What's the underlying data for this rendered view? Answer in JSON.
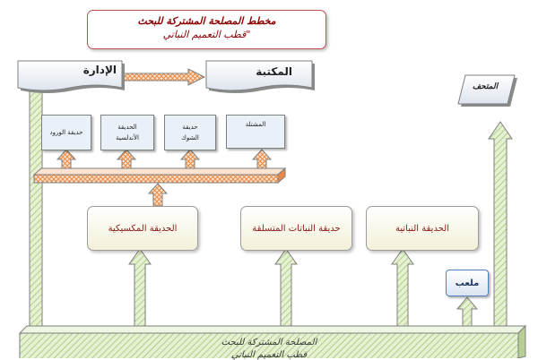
{
  "title": {
    "line1": "مخطط المصلحة المشتركة للبحث",
    "line2": "\"قطب التعميم النباتي"
  },
  "nodes": {
    "administration": "الإدارة",
    "library": "المكتبة",
    "museum": "المتحف",
    "rose_garden": "حديقة الورود",
    "andalusian_garden": "الحديقة الأندلسية",
    "thorny_garden": "حديقة الشوك",
    "nursery": "المشتلة",
    "mexican_garden": "الحديقة المكسيكية",
    "climbing_plants_garden": "حديقة النباتات المتسلقة",
    "botanical_garden": "الحديقة النباتية",
    "playground": "ملعب",
    "base_line1": "المصلحة المشتركة للبحث",
    "base_line2": "قطب التعميم النباتي"
  },
  "colors": {
    "arrow_green": "#c6e0b4",
    "arrow_orange": "#f4b183",
    "arrow_outline": "#7f7f7f",
    "title_text": "#8b0000",
    "box_text": "#8b1a1a",
    "base_fill": "#d9e7c4"
  }
}
